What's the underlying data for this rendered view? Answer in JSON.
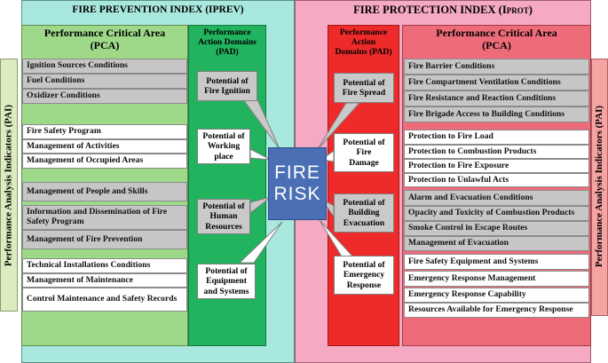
{
  "left_panel": {
    "title": "FIRE PREVENTION INDEX (IPREV)",
    "pca_header": "Performance Critical Area",
    "pca_header_abbr": "(PCA)",
    "pad_header": [
      "Performance",
      "Action Domains",
      "(PAD)"
    ],
    "pai_label": "Performance Analysis Indicators (PAI)",
    "pca_items": [
      "Ignition Sources Conditions",
      "Fuel Conditions",
      "Oxidizer Conditions",
      "Fire Safety Program",
      "Management of Activities",
      "Management of  Occupied Areas",
      "Management of  People  and Skills",
      "Information and Dissemination of Fire Safety Program",
      "Management of Fire Prevention",
      "Technical Installations Conditions",
      " Management of  Maintenance",
      "Control Maintenance and Safety Records"
    ],
    "pad_items": [
      [
        "Potential of",
        "Fire Ignition"
      ],
      [
        "Potential of",
        "Working",
        "place"
      ],
      [
        "Potential of",
        "Human",
        "Resources"
      ],
      [
        "Potential of",
        "Equipment",
        "and Systems"
      ]
    ]
  },
  "right_panel": {
    "title": "FIRE PROTECTION INDEX (I",
    "title_sub": "PROT",
    "title_end": ")",
    "pad_header": [
      "Performance",
      "Action",
      "Domains (PAD)"
    ],
    "pca_header": "Performance Critical Area",
    "pca_header_abbr": "(PCA)",
    "pai_label": "Performance Analysis Indicators (PAI)",
    "pca_items": [
      "Fire Barrier Conditions",
      "Fire Compartment Ventilation Conditions",
      "Fire Resistance and Reaction Conditions",
      "Fire Brigade Access to Building Conditions",
      "Protection to Fire Load",
      "Protection to Combustion Products",
      "Protection to Fire Exposure",
      "Protection to Unlawful Acts",
      "Alarm and Evacuation Conditions",
      "Opacity and Toxicity of Combustion Products",
      "Smoke Control in Escape Routes",
      "Management of  Evacuation",
      "Fire Safety Equipment and Systems",
      "Emergency Response Management",
      "Emergency Response Capability",
      "Resources Available for Emergency Response"
    ],
    "pad_items": [
      [
        "Potential of",
        "Fire Spread"
      ],
      [
        "Potential of",
        "Fire",
        "Damage"
      ],
      [
        "Potential of",
        "Building",
        "Evacuation"
      ],
      [
        "Potential of",
        "Emergency",
        "Response"
      ]
    ]
  },
  "center": {
    "line1": "FIRE",
    "line2": "RISK"
  },
  "colors": {
    "prevention_bg": "#a9e8de",
    "protection_bg": "#f5a9c3",
    "pca_left": "#9ed98a",
    "pad_left": "#21b35e",
    "pad_right": "#ee2a2a",
    "pca_right": "#ee6b7a",
    "risk": "#4a6fb5"
  }
}
